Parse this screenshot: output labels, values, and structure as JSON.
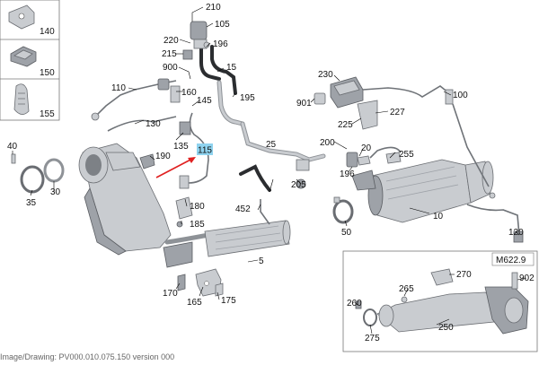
{
  "callouts": {
    "c210": "210",
    "c105": "105",
    "c220": "220",
    "c196a": "196",
    "c215": "215",
    "c15": "15",
    "c900": "900",
    "c110": "110",
    "c160": "160",
    "c145": "145",
    "c195": "195",
    "c130": "130",
    "c135": "135",
    "c115": "115",
    "c190": "190",
    "c40": "40",
    "c30": "30",
    "c35": "35",
    "c180": "180",
    "c185": "185",
    "c452": "452",
    "c205": "205",
    "c25": "25",
    "c5": "5",
    "c170": "170",
    "c165": "165",
    "c175": "175",
    "c230": "230",
    "c901": "901",
    "c227": "227",
    "c225": "225",
    "c100": "100",
    "c200": "200",
    "c20": "20",
    "c196b": "196",
    "c255": "255",
    "c50": "50",
    "c10": "10",
    "c120": "120",
    "c270": "270",
    "c902": "902",
    "c265": "265",
    "c260": "260",
    "c250": "250",
    "c275": "275"
  },
  "inset_parts": {
    "p140": "140",
    "p150": "150",
    "p155": "155"
  },
  "model_label": "M622.9",
  "highlighted_part": "115",
  "footer_text": "Image/Drawing: PV000.010.075.150 version 000"
}
